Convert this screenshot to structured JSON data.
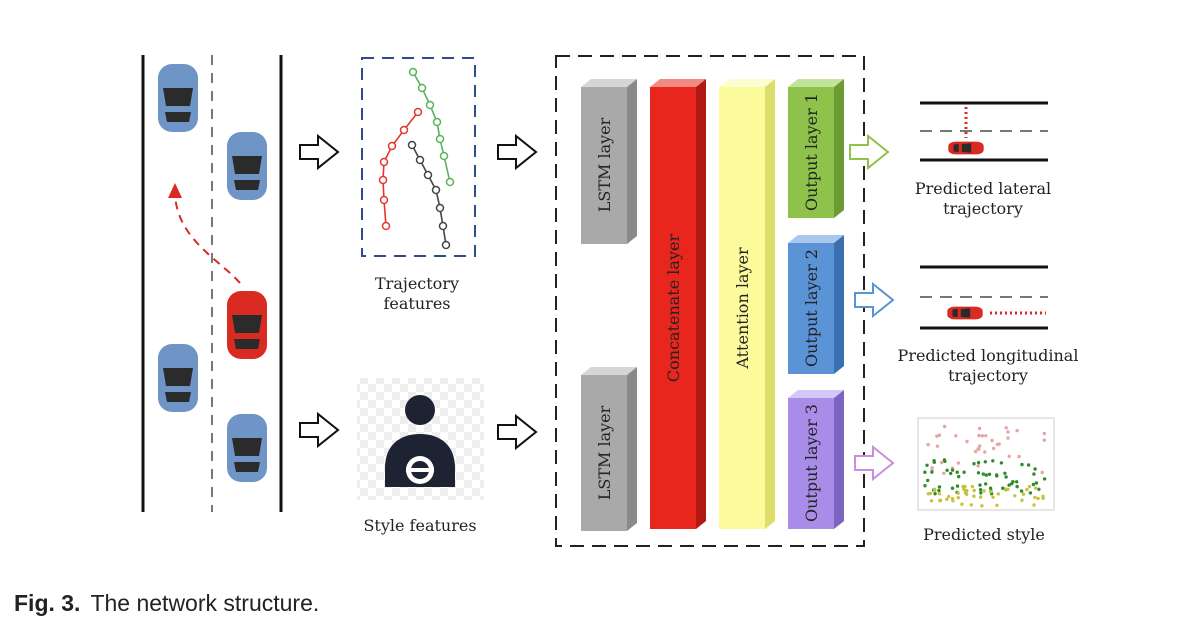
{
  "diagram": {
    "trajectory_label_1": "Trajectory",
    "trajectory_label_2": "features",
    "style_label": "Style features",
    "layers": {
      "lstm_top": "LSTM layer",
      "lstm_bottom": "LSTM layer",
      "concatenate": "Concatenate layer",
      "attention": "Attention layer",
      "output1": "Output layer 1",
      "output2": "Output layer 2",
      "output3": "Output layer 3"
    },
    "outputs": {
      "lateral_1": "Predicted lateral",
      "lateral_2": "trajectory",
      "longitudinal_1": "Predicted longitudinal",
      "longitudinal_2": "trajectory",
      "style": "Predicted style"
    },
    "colors": {
      "ego_car": "#d92b22",
      "other_car": "#6f95c7",
      "lstm": "#a9a9a9",
      "concatenate": "#e8261d",
      "attention": "#fbfb9c",
      "output1": "#8fc24a",
      "output2": "#5a93d6",
      "output3": "#a98ce8"
    }
  },
  "caption": {
    "label": "Fig. 3.",
    "text": "The network structure."
  }
}
